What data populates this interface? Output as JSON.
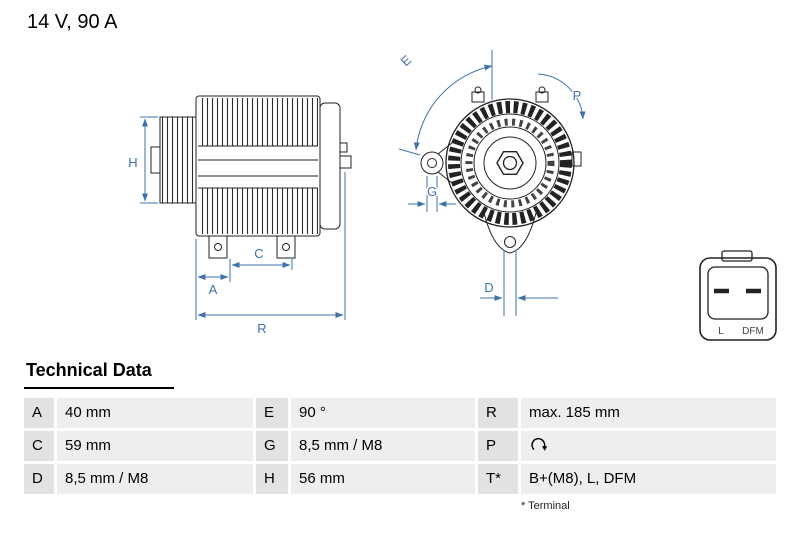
{
  "header": {
    "rating": "14 V, 90 A"
  },
  "diagram": {
    "labels": {
      "h": "H",
      "a": "A",
      "c": "C",
      "r": "R",
      "e": "E",
      "p": "P",
      "g": "G",
      "d": "D"
    },
    "connector": {
      "pin_left": "L",
      "pin_right": "DFM"
    },
    "icons": {
      "rotation": "rotation-cw-icon"
    },
    "colors": {
      "dimension": "#3f72a8",
      "part_line": "#222222"
    }
  },
  "table": {
    "title": "Technical Data",
    "rows": [
      [
        {
          "k": "A",
          "v": "40 mm"
        },
        {
          "k": "E",
          "v": "90 °"
        },
        {
          "k": "R",
          "v": "max. 185 mm"
        }
      ],
      [
        {
          "k": "C",
          "v": "59 mm"
        },
        {
          "k": "G",
          "v": "8,5 mm / M8"
        },
        {
          "k": "P",
          "v": "",
          "icon": "rotation-cw-icon"
        }
      ],
      [
        {
          "k": "D",
          "v": "8,5 mm / M8"
        },
        {
          "k": "H",
          "v": "56 mm"
        },
        {
          "k": "T*",
          "v": "B+(M8), L, DFM"
        }
      ]
    ],
    "footnote": "* Terminal"
  }
}
